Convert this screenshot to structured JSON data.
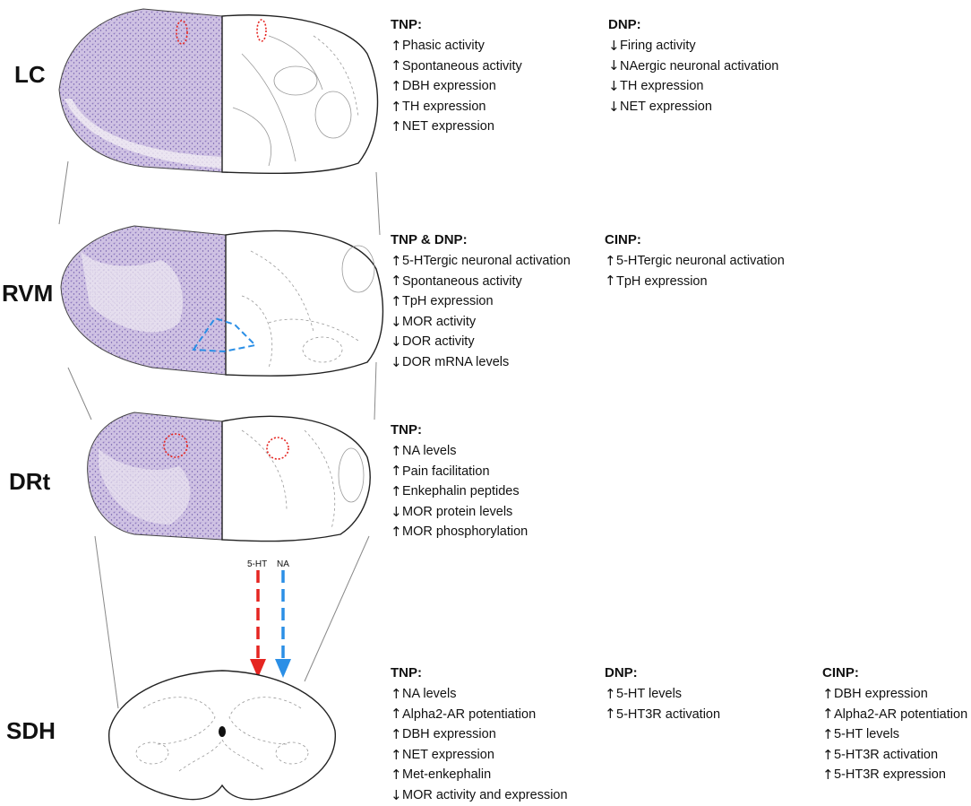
{
  "colors": {
    "tissue_stain": "#8e79bf",
    "tissue_dark": "#5a3f94",
    "tissue_light": "#ece6f3",
    "outline": "#222222",
    "roi_red": "#e52521",
    "roi_blue": "#2b8fe6",
    "arrow_red": "#e52521",
    "arrow_blue": "#2b8fe6"
  },
  "regions": [
    {
      "label": "LC",
      "blocks": [
        {
          "title": "TNP:",
          "items": [
            {
              "arrow": "up",
              "text": "Phasic activity"
            },
            {
              "arrow": "up",
              "text": "Spontaneous activity"
            },
            {
              "arrow": "up",
              "text": "DBH expression"
            },
            {
              "arrow": "up",
              "text": "TH expression"
            },
            {
              "arrow": "up",
              "text": "NET expression"
            }
          ]
        },
        {
          "title": "DNP:",
          "items": [
            {
              "arrow": "down",
              "text": "Firing activity"
            },
            {
              "arrow": "down",
              "text": "NAergic neuronal activation"
            },
            {
              "arrow": "down",
              "text": "TH expression"
            },
            {
              "arrow": "down",
              "text": "NET expression"
            }
          ]
        }
      ]
    },
    {
      "label": "RVM",
      "blocks": [
        {
          "title": "TNP & DNP:",
          "items": [
            {
              "arrow": "up",
              "text": "5-HTergic neuronal activation"
            },
            {
              "arrow": "up",
              "text": "Spontaneous activity"
            },
            {
              "arrow": "up",
              "text": "TpH expression"
            },
            {
              "arrow": "down",
              "text": "MOR activity"
            },
            {
              "arrow": "down",
              "text": "DOR activity"
            },
            {
              "arrow": "down",
              "text": "DOR mRNA levels"
            }
          ]
        },
        {
          "title": "CINP:",
          "items": [
            {
              "arrow": "up",
              "text": "5-HTergic neuronal activation"
            },
            {
              "arrow": "up",
              "text": "TpH expression"
            }
          ]
        }
      ]
    },
    {
      "label": "DRt",
      "blocks": [
        {
          "title": "TNP:",
          "items": [
            {
              "arrow": "up",
              "text": "NA levels"
            },
            {
              "arrow": "up",
              "text": "Pain facilitation"
            },
            {
              "arrow": "up",
              "text": "Enkephalin peptides"
            },
            {
              "arrow": "down",
              "text": "MOR protein levels"
            },
            {
              "arrow": "up",
              "text": "MOR phosphorylation"
            }
          ]
        }
      ]
    },
    {
      "label": "SDH",
      "blocks": [
        {
          "title": "TNP:",
          "items": [
            {
              "arrow": "up",
              "text": "NA levels"
            },
            {
              "arrow": "up",
              "text": "Alpha2-AR potentiation"
            },
            {
              "arrow": "up",
              "text": "DBH expression"
            },
            {
              "arrow": "up",
              "text": "NET expression"
            },
            {
              "arrow": "up",
              "text": "Met-enkephalin"
            },
            {
              "arrow": "down",
              "text": "MOR activity and expression"
            }
          ]
        },
        {
          "title": "DNP:",
          "items": [
            {
              "arrow": "up",
              "text": "5-HT levels"
            },
            {
              "arrow": "up",
              "text": "5-HT3R activation"
            }
          ]
        },
        {
          "title": "CINP:",
          "items": [
            {
              "arrow": "up",
              "text": "DBH expression"
            },
            {
              "arrow": "up",
              "text": "Alpha2-AR potentiation"
            },
            {
              "arrow": "up",
              "text": "5-HT levels"
            },
            {
              "arrow": "up",
              "text": "5-HT3R activation"
            },
            {
              "arrow": "up",
              "text": "5-HT3R expression"
            }
          ]
        }
      ]
    }
  ],
  "descending_pathways": [
    {
      "label": "5-HT",
      "color": "red"
    },
    {
      "label": "NA",
      "color": "blue"
    }
  ]
}
